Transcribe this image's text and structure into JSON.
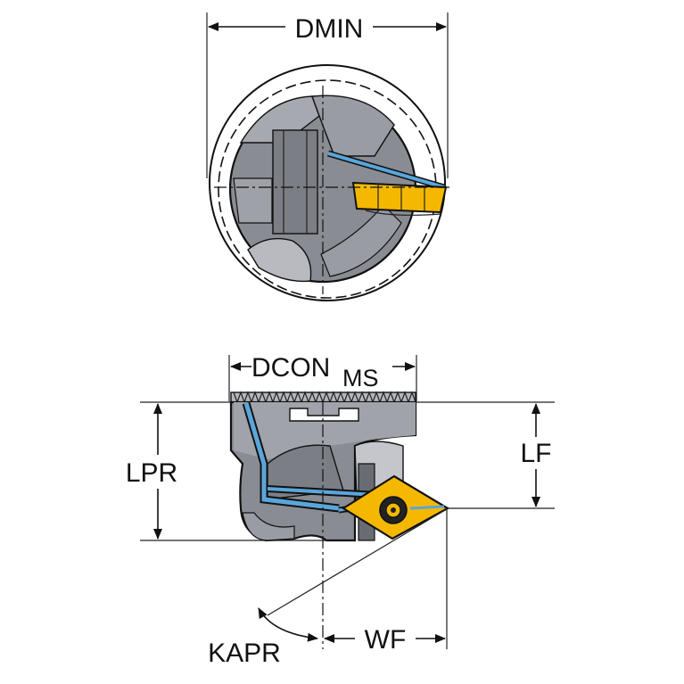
{
  "labels": {
    "dmin": "DMIN",
    "dcon": "DCON",
    "ms": "MS",
    "lpr": "LPR",
    "lf": "LF",
    "kapr": "KAPR",
    "wf": "WF"
  },
  "colors": {
    "body": "#8a8c94",
    "body_light": "#a7a9b0",
    "body_dark": "#6a6c74",
    "insert": "#f4b800",
    "coolant": "#5aa6dc",
    "line": "#111111"
  }
}
